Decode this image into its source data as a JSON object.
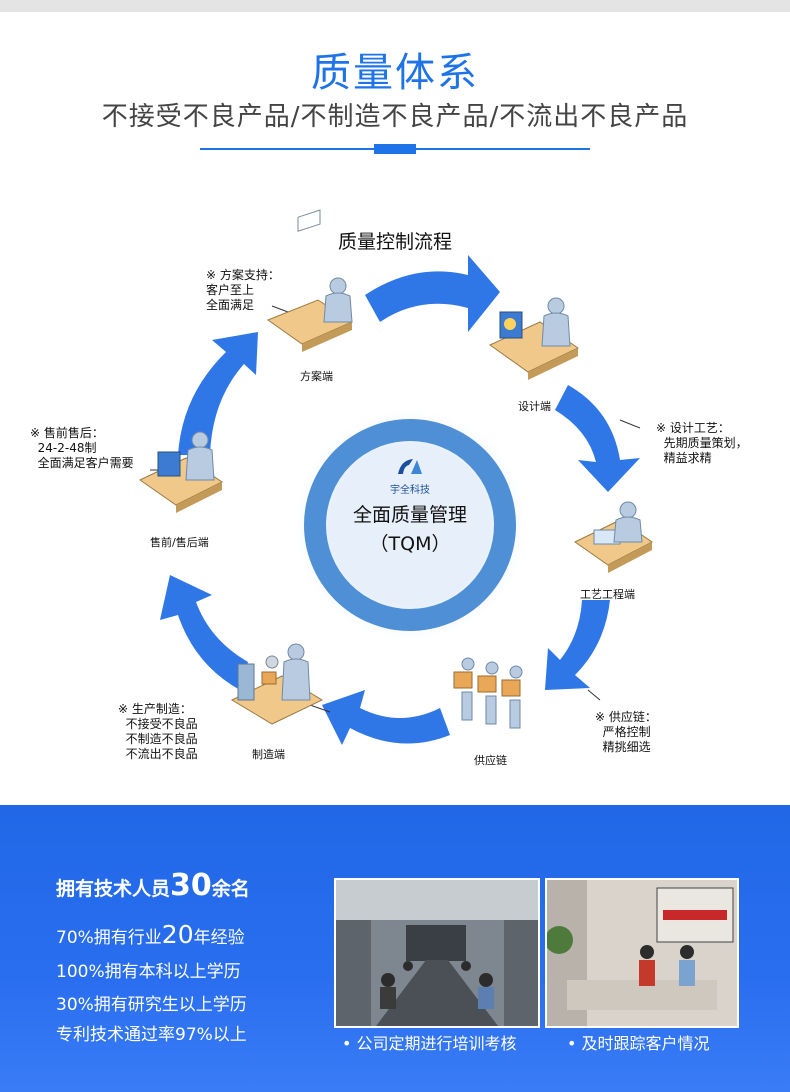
{
  "header": {
    "title": "质量体系",
    "subtitle": "不接受不良产品/不制造不良产品/不流出不良产品"
  },
  "flow": {
    "title": "质量控制流程",
    "center": {
      "logo_text": "宇全科技",
      "line1": "全面质量管理",
      "line2": "（TQM）"
    },
    "nodes": [
      {
        "label": "方案端",
        "note": "※ 方案支持：\n客户至上\n全面满足"
      },
      {
        "label": "设计端",
        "note": "※ 设计工艺：\n  先期质量策划，\n  精益求精"
      },
      {
        "label": "工艺工程端",
        "note": ""
      },
      {
        "label": "供应链",
        "note": "※ 供应链：\n  严格控制\n  精挑细选"
      },
      {
        "label": "制造端",
        "note": "※ 生产制造：\n  不接受不良品\n  不制造不良品\n  不流出不良品"
      },
      {
        "label": "售前/售后端",
        "note": "※ 售前售后：\n  24-2-48制\n  全面满足客户需要"
      }
    ]
  },
  "team": {
    "head_prefix": "拥有技术人员",
    "head_number": "30",
    "head_suffix": "余名",
    "line1_prefix": "70%拥有行业",
    "line1_number": "20",
    "line1_suffix": "年经验",
    "line2": "100%拥有本科以上学历",
    "line3": "30%拥有研究生以上学历",
    "line4": "专利技术通过率97%以上"
  },
  "photos": {
    "left_caption": "• 公司定期进行培训考核",
    "right_caption": "• 及时跟踪客户情况"
  },
  "colors": {
    "accent": "#1e73e8",
    "ring": "#4f8fd6",
    "arrow": "#2f76e6"
  }
}
